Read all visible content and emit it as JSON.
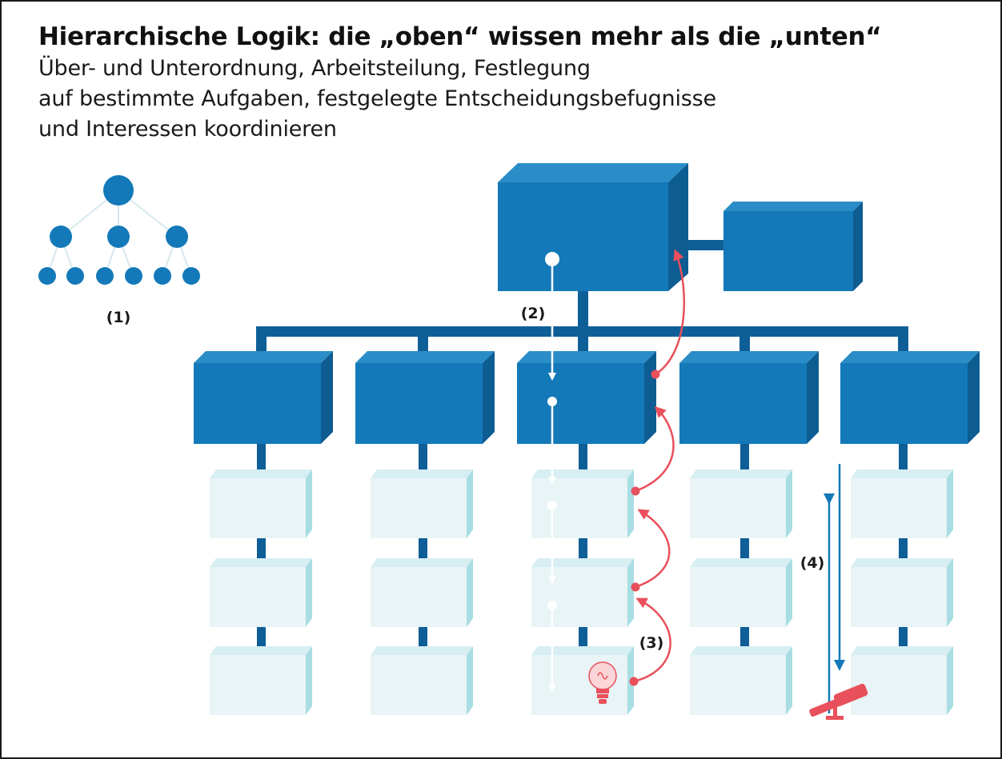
{
  "title": "Hierarchische Logik: die „oben“ wissen mehr als die „unten“",
  "subtitle_lines": [
    "Über- und Unterordnung, Arbeitsteilung, Festlegung",
    "auf bestimmte Aufgaben, festgelegte Entscheidungsbefugnisse",
    "und Interessen koordinieren"
  ],
  "labels": {
    "one": "(1)",
    "two": "(2)",
    "three": "(3)",
    "four": "(4)"
  },
  "colors": {
    "dark_blue": "#1479b8",
    "dark_blue_side": "#0d5c92",
    "connector": "#0e5f98",
    "light_box": "#e9f4f6",
    "light_box_side": "#a8dde4",
    "red": "#e8505b",
    "white_arrow": "#ffffff",
    "blue_arrow": "#1479b8"
  },
  "icons": {
    "small_tree": "org-tree-icon",
    "bulb": "lightbulb-icon",
    "telescope": "telescope-icon"
  }
}
